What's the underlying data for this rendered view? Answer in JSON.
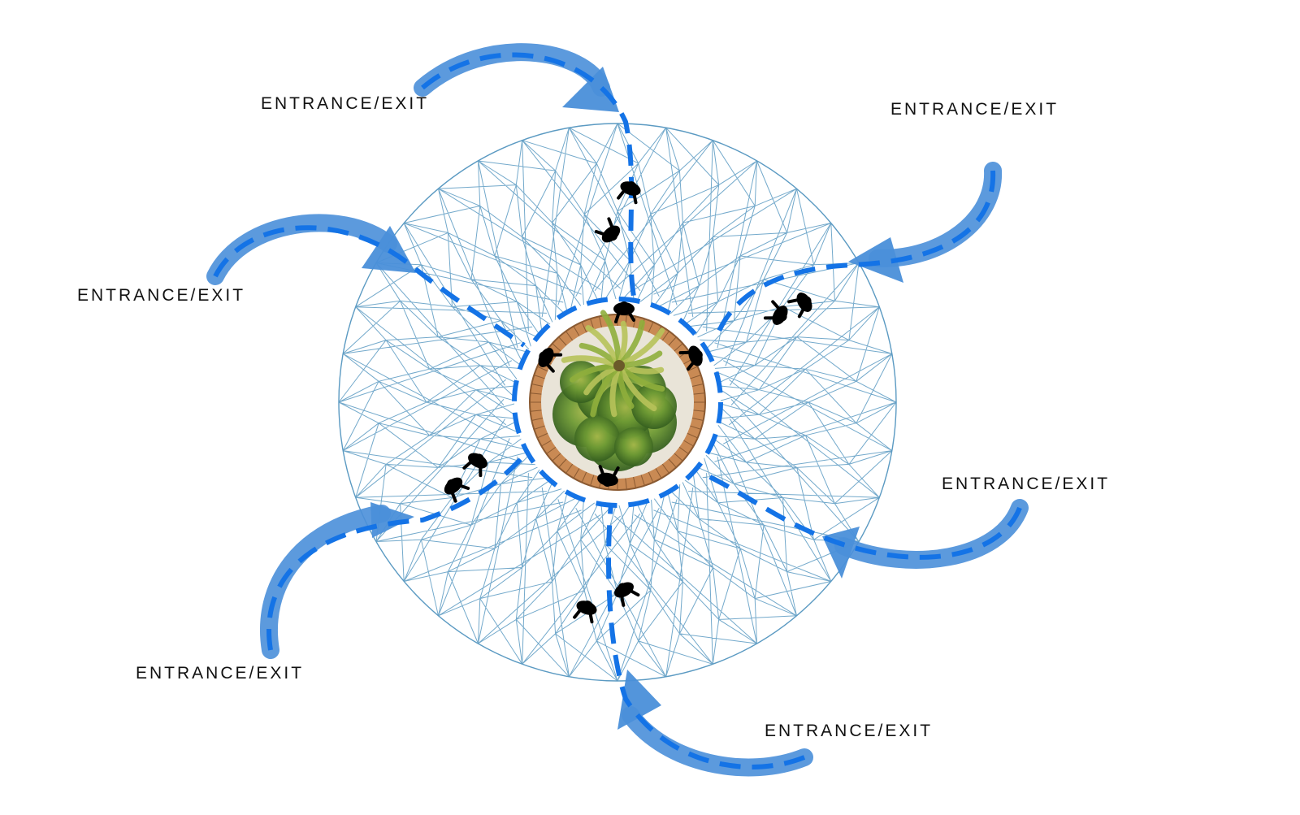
{
  "colors": {
    "background": "#ffffff",
    "mesh": "#5b9ac2",
    "path": "#1473e6",
    "arrow": "#4a8fd9",
    "planter_wood": "#c98a54",
    "foliage_dark": "#3f6f22",
    "foliage_light": "#8fae3c",
    "person": "#000000"
  },
  "icons": [
    "person-silhouette-icon",
    "palm-tree-icon",
    "arrow-icon"
  ],
  "labels": [
    {
      "id": "top-left",
      "text": "ENTRANCE/EXIT"
    },
    {
      "id": "top-right",
      "text": "ENTRANCE/EXIT"
    },
    {
      "id": "left",
      "text": "ENTRANCE/EXIT"
    },
    {
      "id": "right",
      "text": "ENTRANCE/EXIT"
    },
    {
      "id": "bottom-left",
      "text": "ENTRANCE/EXIT"
    },
    {
      "id": "bottom",
      "text": "ENTRANCE/EXIT"
    }
  ]
}
